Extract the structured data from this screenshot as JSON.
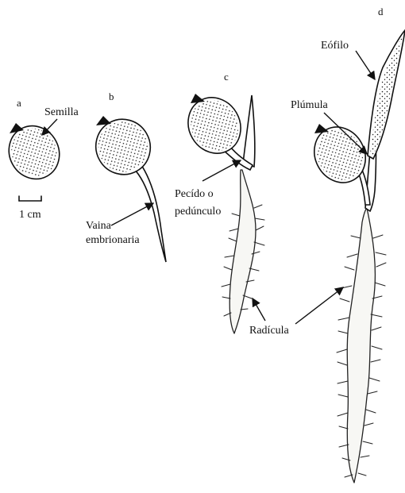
{
  "stages": {
    "a": "a",
    "b": "b",
    "c": "c",
    "d": "d"
  },
  "labels": {
    "semilla": "Semilla",
    "scale": "1 cm",
    "vaina_line1": "Vaina",
    "vaina_line2": "embrionaria",
    "peciolo_line1": "Pecído o",
    "peciolo_line2": "pedúnculo",
    "radicula": "Radícula",
    "plumula": "Plúmula",
    "eofilo": "Eófilo"
  },
  "colors": {
    "ink": "#111111",
    "background": "#ffffff"
  }
}
